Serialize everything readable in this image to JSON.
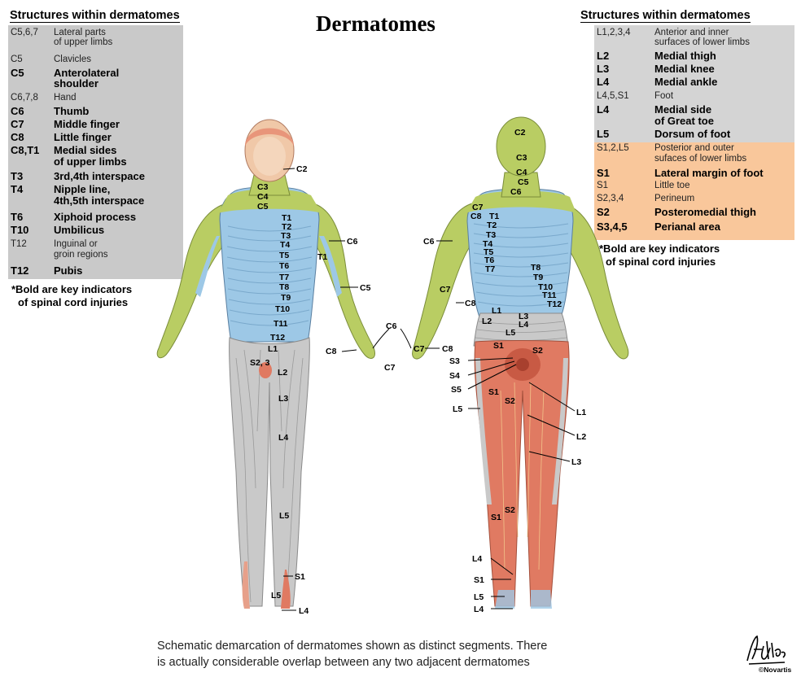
{
  "title": "Dermatomes",
  "left_table": {
    "heading": "Structures within dermatomes",
    "rows": [
      {
        "code": "C5,6,7",
        "text": "Lateral parts",
        "bold": false
      },
      {
        "code": "",
        "text": "of upper limbs",
        "bold": false
      },
      {
        "code": "C5",
        "text": "Clavicles",
        "bold": false
      },
      {
        "code": "C5",
        "text": "Anterolateral",
        "bold": true
      },
      {
        "code": "",
        "text": "shoulder",
        "bold": true
      },
      {
        "code": "C6,7,8",
        "text": "Hand",
        "bold": false
      },
      {
        "code": "C6",
        "text": "Thumb",
        "bold": true
      },
      {
        "code": "C7",
        "text": "Middle finger",
        "bold": true
      },
      {
        "code": "C8",
        "text": "Little finger",
        "bold": true
      },
      {
        "code": "C8,T1",
        "text": "Medial sides",
        "bold": true
      },
      {
        "code": "",
        "text": "of upper limbs",
        "bold": true
      },
      {
        "code": "T3",
        "text": "3rd,4th interspace",
        "bold": true
      },
      {
        "code": "T4",
        "text": "Nipple line,",
        "bold": true
      },
      {
        "code": "",
        "text": "4th,5th interspace",
        "bold": true
      },
      {
        "code": "T6",
        "text": "Xiphoid process",
        "bold": true
      },
      {
        "code": "T10",
        "text": "Umbilicus",
        "bold": true
      },
      {
        "code": "T12",
        "text": "Inguinal or",
        "bold": false
      },
      {
        "code": "",
        "text": "groin regions",
        "bold": false
      },
      {
        "code": "T12",
        "text": "Pubis",
        "bold": true
      }
    ],
    "note_line1": "*Bold are key indicators",
    "note_line2": "of spinal cord injuries"
  },
  "right_table": {
    "heading": "Structures within dermatomes",
    "rows": [
      {
        "code": "L1,2,3,4",
        "text": "Anterior and inner",
        "bold": false
      },
      {
        "code": "",
        "text": "surfaces of lower limbs",
        "bold": false
      },
      {
        "code": "L2",
        "text": "Medial thigh",
        "bold": true
      },
      {
        "code": "L3",
        "text": "Medial knee",
        "bold": true
      },
      {
        "code": "L4",
        "text": "Medial ankle",
        "bold": true
      },
      {
        "code": "L4,5,S1",
        "text": "Foot",
        "bold": false
      },
      {
        "code": "L4",
        "text": "Medial side",
        "bold": true
      },
      {
        "code": "",
        "text": "of Great toe",
        "bold": true
      },
      {
        "code": "L5",
        "text": "Dorsum of foot",
        "bold": true
      },
      {
        "code": "S1,2,L5",
        "text": "Posterior and outer",
        "bold": false
      },
      {
        "code": "",
        "text": "sufaces of lower limbs",
        "bold": false
      },
      {
        "code": "S1",
        "text": "Lateral margin of foot",
        "bold": true
      },
      {
        "code": "S1",
        "text": "Little toe",
        "bold": false
      },
      {
        "code": "S2,3,4",
        "text": "Perineum",
        "bold": false
      },
      {
        "code": "S2",
        "text": "Posteromedial thigh",
        "bold": true
      },
      {
        "code": "S3,4,5",
        "text": "Perianal area",
        "bold": true
      }
    ],
    "note_line1": "*Bold are key indicators",
    "note_line2": "of spinal cord injuries"
  },
  "caption_line1": "Schematic demarcation of dermatomes shown as distinct segments.  There",
  "caption_line2": "is actually considerable overlap between any two adjacent dermatomes",
  "copyright": "©Novartis",
  "colors": {
    "left_panel": "#c9c9c9",
    "right_panel_gray": "#d4d4d4",
    "right_panel_peach": "#f9c79b",
    "cervical": "#b9cd63",
    "thoracic": "#9dc8e6",
    "lumbar": "#c9c9c9",
    "sacral": "#e07a62",
    "head": "#e8957a"
  },
  "front_labels": {
    "c2": "C2",
    "c3": "C3",
    "c4": "C4",
    "c5": "C5",
    "t1": "T1",
    "t2": "T2",
    "t3": "T3",
    "t4": "T4",
    "t5": "T5",
    "t6": "T6",
    "t7": "T7",
    "t8": "T8",
    "t9": "T9",
    "t10": "T10",
    "t11": "T11",
    "t12": "T12",
    "l1": "L1",
    "s23": "S2, 3",
    "l2": "L2",
    "l3": "L3",
    "l4": "L4",
    "l5a": "L5",
    "s1": "S1",
    "l5b": "L5",
    "l4b": "L4",
    "c6arm": "C6",
    "t1arm": "T1",
    "c5arm": "C5",
    "c6hand": "C6",
    "c8hand": "C8",
    "c7hand": "C7"
  },
  "back_labels": {
    "c2": "C2",
    "c3": "C3",
    "c4": "C4",
    "c5": "C5",
    "c6": "C6",
    "c7": "C7",
    "c8": "C8",
    "t1": "T1",
    "t2": "T2",
    "t3": "T3",
    "t4": "T4",
    "t5": "T5",
    "t6": "T6",
    "t7": "T7",
    "t8": "T8",
    "t9": "T9",
    "t10": "T10",
    "t11": "T11",
    "t12": "T12",
    "l1": "L1",
    "l2": "L2",
    "l3": "L3",
    "l4": "L4",
    "l5": "L5",
    "c6arm": "C6",
    "c7arm": "C7",
    "c7hand": "C7",
    "c8hand": "C8",
    "s1": "S1",
    "s2": "S2",
    "s3": "S3",
    "s4": "S4",
    "s5": "S5",
    "s1b": "S1",
    "s2b": "S2",
    "l5leg": "L5",
    "l1leg": "L1",
    "l2leg": "L2",
    "l3leg": "L3",
    "s2c": "S2",
    "s1c": "S1",
    "l4foot": "L4",
    "s1foot": "S1",
    "l5foot": "L5",
    "l4foot2": "L4"
  }
}
